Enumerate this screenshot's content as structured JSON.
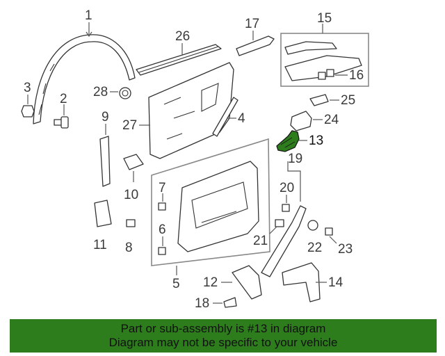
{
  "diagram": {
    "labels": [
      "1",
      "2",
      "3",
      "4",
      "5",
      "6",
      "7",
      "8",
      "9",
      "10",
      "11",
      "12",
      "13",
      "14",
      "15",
      "16",
      "17",
      "18",
      "19",
      "20",
      "21",
      "22",
      "23",
      "24",
      "25",
      "26",
      "27",
      "28"
    ],
    "highlighted_part": "13",
    "highlight_color": "#2d7d1d"
  },
  "banner": {
    "line1": "Part or sub-assembly is #13 in diagram",
    "line2": "Diagram may not be specific to your vehicle",
    "background": "#2d7d1d"
  }
}
